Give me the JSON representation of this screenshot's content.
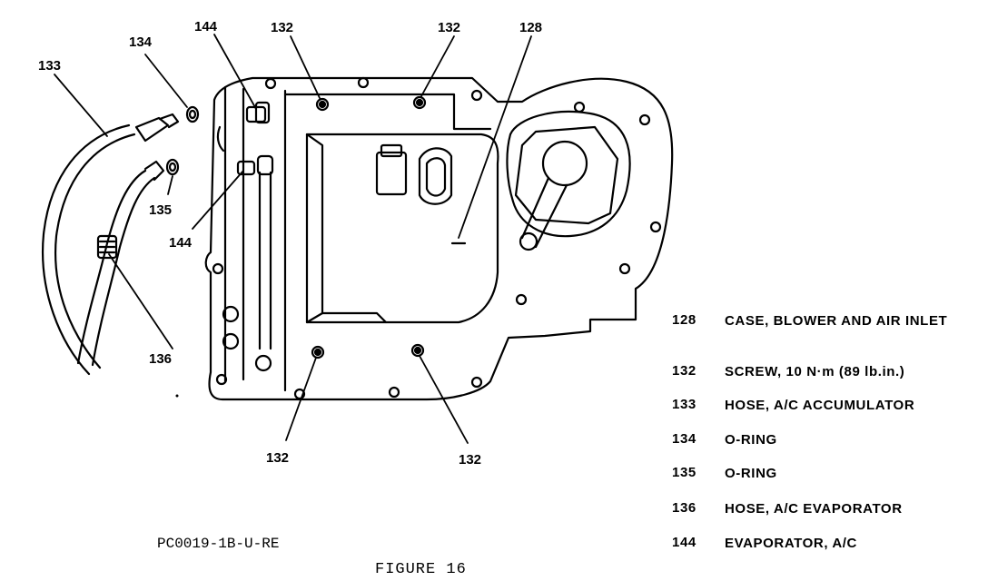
{
  "callouts": {
    "c133": "133",
    "c134": "134",
    "c144_top": "144",
    "c132_top_left": "132",
    "c132_top_right": "132",
    "c128": "128",
    "c135": "135",
    "c144_mid": "144",
    "c136": "136",
    "c132_bottom_left": "132",
    "c132_bottom_right": "132"
  },
  "legend": [
    {
      "num": "128",
      "text": "CASE, BLOWER AND AIR INLET"
    },
    {
      "num": "132",
      "text": "SCREW, 10 N·m (89 lb.in.)"
    },
    {
      "num": "133",
      "text": "HOSE, A/C ACCUMULATOR"
    },
    {
      "num": "134",
      "text": "O-RING"
    },
    {
      "num": "135",
      "text": "O-RING"
    },
    {
      "num": "136",
      "text": "HOSE, A/C EVAPORATOR"
    },
    {
      "num": "144",
      "text": "EVAPORATOR, A/C"
    }
  ],
  "image_code": "PC0019-1B-U-RE",
  "figure_caption": "FIGURE 16"
}
